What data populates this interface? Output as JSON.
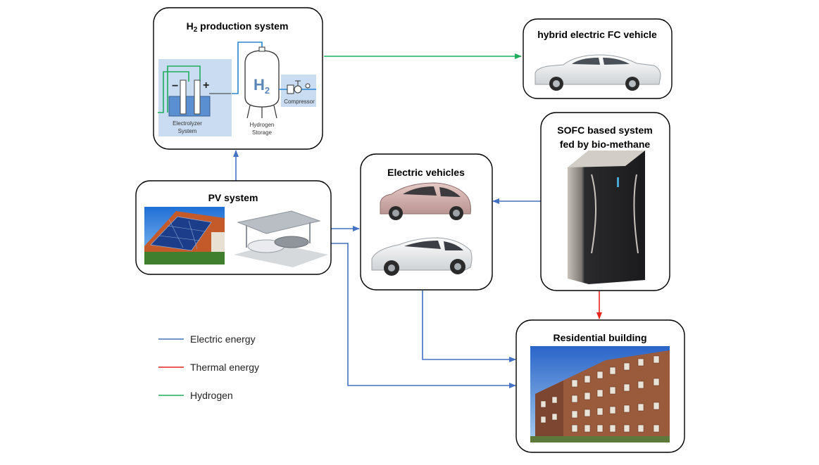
{
  "boxes": {
    "h2_production": {
      "title_prefix": "H",
      "title_sub": "2",
      "title_suffix": " production system",
      "electrolyzer_line1": "Electrolyzer",
      "electrolyzer_line2": "System",
      "h2_prefix": "H",
      "h2_sub": "2",
      "storage_line1": "Hydrogen",
      "storage_line2": "Storage",
      "compressor": "Compressor"
    },
    "fc_vehicle": {
      "title": "hybrid electric FC vehicle"
    },
    "pv_system": {
      "title": "PV system"
    },
    "electric_vehicles": {
      "title": "Electric vehicles"
    },
    "sofc": {
      "title_line1": "SOFC based system",
      "title_line2": "fed by bio-methane"
    },
    "residential": {
      "title": "Residential building"
    }
  },
  "legend": [
    {
      "label": "Electric energy",
      "color": "#4472c4"
    },
    {
      "label": "Thermal energy",
      "color": "#e8251f"
    },
    {
      "label": "Hydrogen",
      "color": "#1fae5b"
    }
  ],
  "colors": {
    "electric": "#4472c4",
    "thermal": "#e8251f",
    "hydrogen": "#1fae5b"
  }
}
